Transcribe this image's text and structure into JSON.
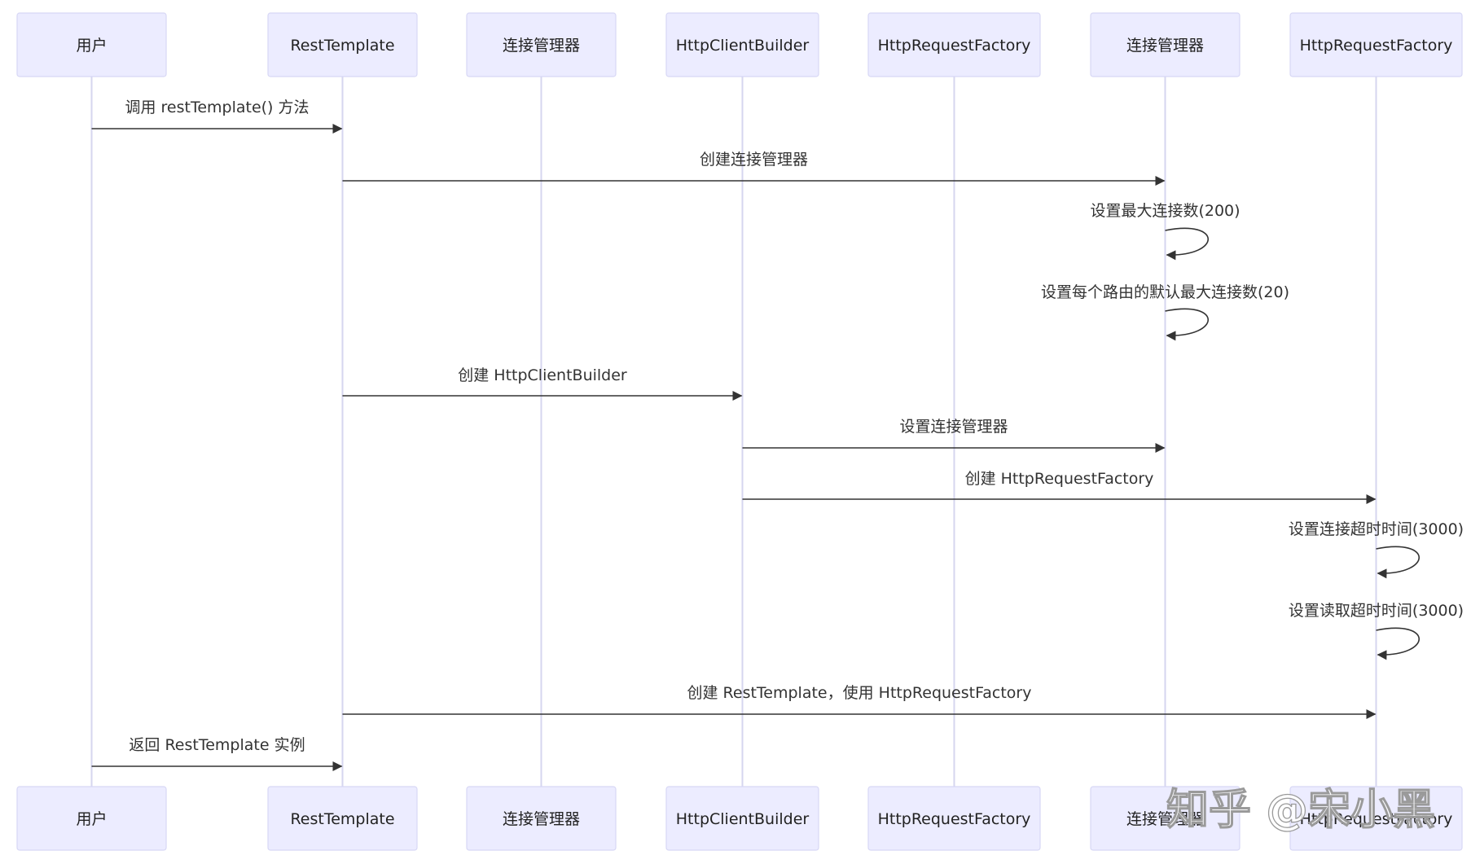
{
  "participants": [
    {
      "label": "用户"
    },
    {
      "label": "RestTemplate"
    },
    {
      "label": "连接管理器"
    },
    {
      "label": "HttpClientBuilder"
    },
    {
      "label": "HttpRequestFactory"
    },
    {
      "label": "连接管理器"
    },
    {
      "label": "HttpRequestFactory"
    }
  ],
  "messages": [
    {
      "from": 0,
      "to": 1,
      "label": "调用 restTemplate() 方法"
    },
    {
      "from": 1,
      "to": 5,
      "label": "创建连接管理器"
    },
    {
      "from": 5,
      "to": 5,
      "label": "设置最大连接数(200)"
    },
    {
      "from": 5,
      "to": 5,
      "label": "设置每个路由的默认最大连接数(20)"
    },
    {
      "from": 1,
      "to": 3,
      "label": "创建 HttpClientBuilder"
    },
    {
      "from": 3,
      "to": 5,
      "label": "设置连接管理器"
    },
    {
      "from": 3,
      "to": 6,
      "label": "创建 HttpRequestFactory"
    },
    {
      "from": 6,
      "to": 6,
      "label": "设置连接超时时间(3000)"
    },
    {
      "from": 6,
      "to": 6,
      "label": "设置读取超时时间(3000)"
    },
    {
      "from": 1,
      "to": 6,
      "label": "创建 RestTemplate，使用 HttpRequestFactory"
    },
    {
      "from": 0,
      "to": 1,
      "label": "返回 RestTemplate 实例"
    }
  ],
  "watermark": "知乎 @宋小黑"
}
